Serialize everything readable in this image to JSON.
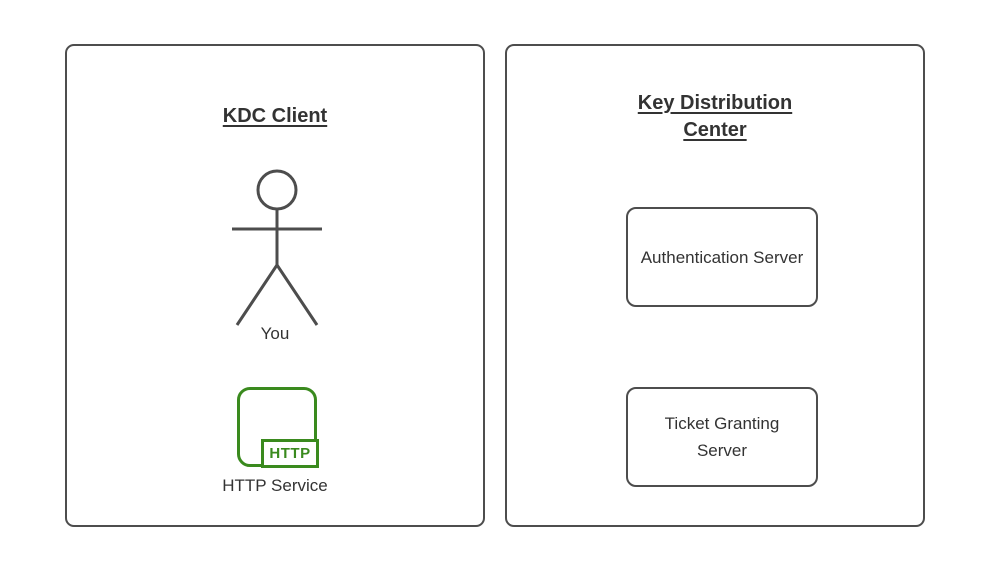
{
  "colors": {
    "stroke": "#4d4d4d",
    "text": "#333333",
    "green": "#3a8a1e",
    "bg": "#ffffff"
  },
  "left_panel": {
    "title": "KDC Client",
    "actor": {
      "icon": "stick-figure-icon",
      "label": "You"
    },
    "service": {
      "icon": "http-service-icon",
      "badge": "HTTP",
      "label": "HTTP Service"
    }
  },
  "right_panel": {
    "title": "Key Distribution Center",
    "nodes": [
      {
        "label": "Authentication Server"
      },
      {
        "label": "Ticket Granting Server"
      }
    ]
  }
}
